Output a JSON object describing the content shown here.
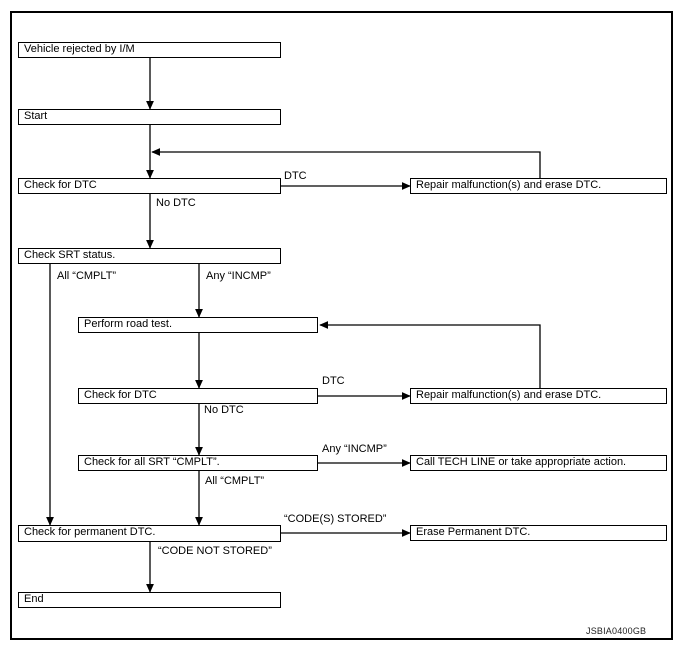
{
  "diagram": {
    "type": "flowchart",
    "figure_id": "JSBIA0400GB",
    "background": "#ffffff",
    "line_color": "#000000",
    "nodes": [
      {
        "id": "vehicle-rejected",
        "label": "Vehicle rejected by I/M"
      },
      {
        "id": "start",
        "label": "Start"
      },
      {
        "id": "check-dtc-1",
        "label": "Check for DTC"
      },
      {
        "id": "repair-1",
        "label": "Repair malfunction(s) and erase DTC."
      },
      {
        "id": "check-srt",
        "label": "Check SRT status."
      },
      {
        "id": "perform-road-test",
        "label": "Perform road test."
      },
      {
        "id": "check-dtc-2",
        "label": "Check for DTC"
      },
      {
        "id": "repair-2",
        "label": "Repair malfunction(s) and erase DTC."
      },
      {
        "id": "check-srt-cmplt",
        "label": "Check for all SRT “CMPLT”."
      },
      {
        "id": "call-tech-line",
        "label": "Call TECH LINE or take appropriate action."
      },
      {
        "id": "check-permanent",
        "label": "Check for permanent DTC."
      },
      {
        "id": "erase-permanent",
        "label": "Erase Permanent DTC."
      },
      {
        "id": "end",
        "label": "End"
      }
    ],
    "edge_labels": [
      {
        "id": "dtc-1",
        "text": "DTC"
      },
      {
        "id": "no-dtc-1",
        "text": "No DTC"
      },
      {
        "id": "all-cmplt-1",
        "text": "All “CMPLT”"
      },
      {
        "id": "any-incmp-1",
        "text": "Any “INCMP”"
      },
      {
        "id": "dtc-2",
        "text": "DTC"
      },
      {
        "id": "no-dtc-2",
        "text": "No DTC"
      },
      {
        "id": "any-incmp-2",
        "text": "Any “INCMP”"
      },
      {
        "id": "all-cmplt-2",
        "text": "All “CMPLT”"
      },
      {
        "id": "codes-stored",
        "text": "“CODE(S) STORED”"
      },
      {
        "id": "code-not-stored",
        "text": "“CODE NOT STORED”"
      }
    ]
  }
}
